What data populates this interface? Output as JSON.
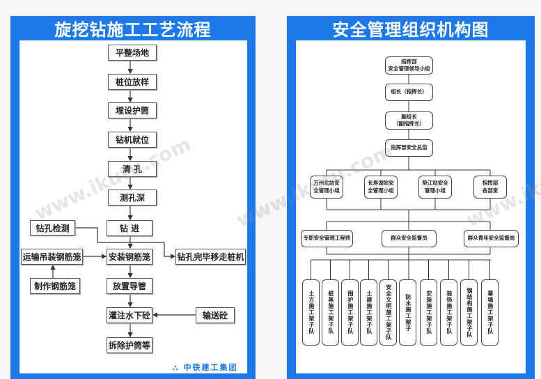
{
  "left": {
    "title": "旋挖钻施工工艺流程",
    "main": [
      "平整场地",
      "桩位放样",
      "埋设护筒",
      "钻机就位",
      "清 孔",
      "测孔深",
      "钻 进",
      "安装钢筋笼",
      "放置导管",
      "灌注水下砼",
      "拆除护筒等"
    ],
    "side": {
      "inspect": "钻孔检测",
      "transport": "运输吊装钢筋笼",
      "make": "制作钢筋笼",
      "move": "钻孔完毕移走桩机",
      "deliver": "输送砼"
    },
    "logo": "中铁建工集团"
  },
  "right": {
    "title": "安全管理组织机构图",
    "chain": [
      "指挥部\n安全管理领导小组",
      "组长（指挥长）",
      "副组长\n（副指挥长）",
      "指挥部安全总监"
    ],
    "groups": [
      "万州北站安\n全管理小组",
      "长寿湖站安\n全管理小组",
      "垫江站安全\n管理小组",
      "指挥部\n各部室"
    ],
    "supervisors": [
      "专职安全管理工程师",
      "群众安全监督员",
      "群众青年安全监督岗"
    ],
    "teams": [
      "土方施工架子队",
      "桩基施工架子队",
      "围护施工架子队",
      "土建施工架子队",
      "安全文明施工架子队",
      "防水施工架子",
      "安装施工架子队",
      "装饰施工架子队",
      "钢结构施工架子队",
      "幕墙施工架子队"
    ]
  },
  "watermark": "www.ikutu.com",
  "colors": {
    "panel": "#1d78e8"
  }
}
